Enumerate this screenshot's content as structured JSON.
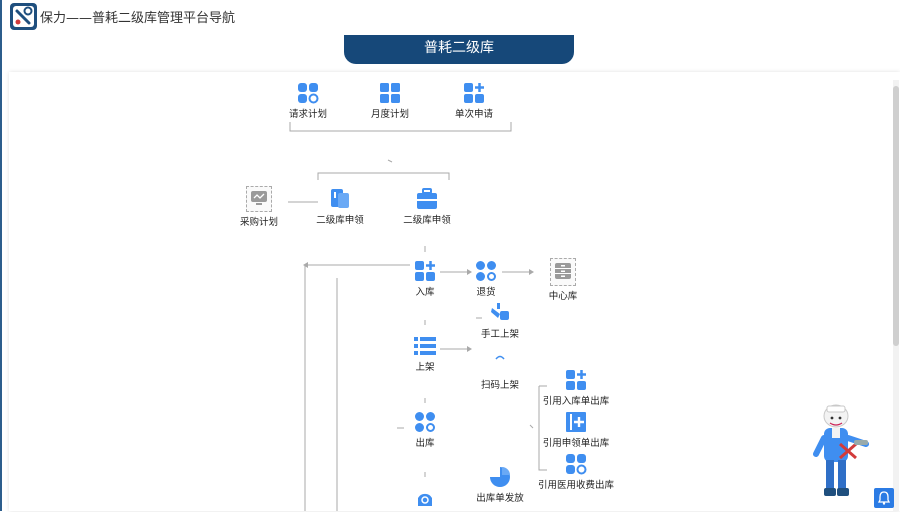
{
  "header": {
    "app_title": "保力——普耗二级库管理平台导航",
    "page_tab": "普耗二级库"
  },
  "nodes": {
    "plan_purchase": "请求计划",
    "monthly_plan": "月度计划",
    "single_request": "单次申请",
    "purchase_plan": "采购计划",
    "secondary_request": "二级库申领",
    "secondary_receive": "二级库申领",
    "inbound": "入库",
    "return": "退货",
    "central_store": "中心库",
    "manual_shelve": "手工上架",
    "shelve": "上架",
    "scan_shelve": "扫码上架",
    "outbound": "出库",
    "ref_inbound": "引用入库单出库",
    "ref_request": "引用申领单出库",
    "ref_doctor": "引用医用收费出库",
    "dispense": "出库单发放"
  },
  "colors": {
    "accent": "#3f8ef0",
    "header_bg": "#164879",
    "frame": "#2c5d8c"
  }
}
